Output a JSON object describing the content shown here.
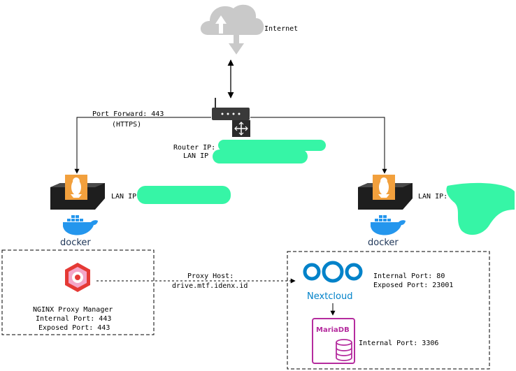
{
  "internet": {
    "label": "Internet"
  },
  "router": {
    "forward_label": "Port Forward: 443",
    "forward_sub": "(HTTPS)",
    "router_ip_label": "Router IP:",
    "lan_ip_label": "LAN IP"
  },
  "left_host": {
    "lan_ip_label": "LAN IP",
    "docker_label": "docker"
  },
  "right_host": {
    "lan_ip_label": "LAN IP:",
    "docker_label": "docker"
  },
  "proxy_link": {
    "line1": "Proxy Host:",
    "line2": "drive.mtf.idenx.id"
  },
  "npm": {
    "title": "NGINX Proxy Manager",
    "internal_port": "Internal Port: 443",
    "exposed_port": "Exposed Port: 443"
  },
  "nextcloud": {
    "name": "Nextcloud",
    "internal_port": "Internal Port: 80",
    "exposed_port": "Exposed Port: 23001"
  },
  "mariadb": {
    "name": "MariaDB",
    "internal_port": "Internal Port: 3306"
  },
  "colors": {
    "redaction": "#36f5a6",
    "cloud": "#c9c9c9",
    "tux_bg": "#f2a03d",
    "docker_blue": "#2496ed",
    "nextcloud_blue": "#0082c9",
    "mariadb_purple": "#b52c9e",
    "npm_red": "#e53935"
  }
}
